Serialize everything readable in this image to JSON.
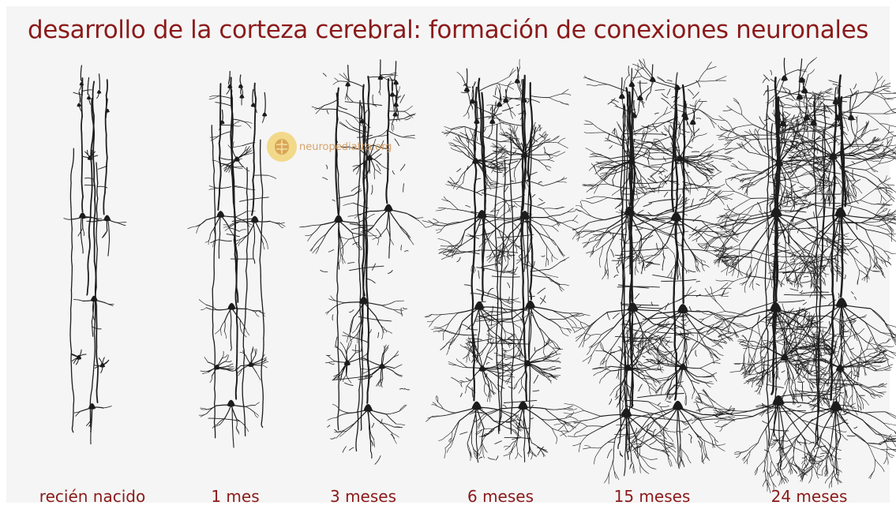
{
  "title": "desarrollo de la corteza cerebral: formación de conexiones neuronales",
  "watermark": "neuropediatra.org",
  "stages": [
    {
      "label": "recién nacido",
      "density": 1
    },
    {
      "label": "1 mes",
      "density": 2
    },
    {
      "label": "3 meses",
      "density": 3
    },
    {
      "label": "6 meses",
      "density": 4
    },
    {
      "label": "15 meses",
      "density": 5
    },
    {
      "label": "24 meses",
      "density": 6
    }
  ]
}
